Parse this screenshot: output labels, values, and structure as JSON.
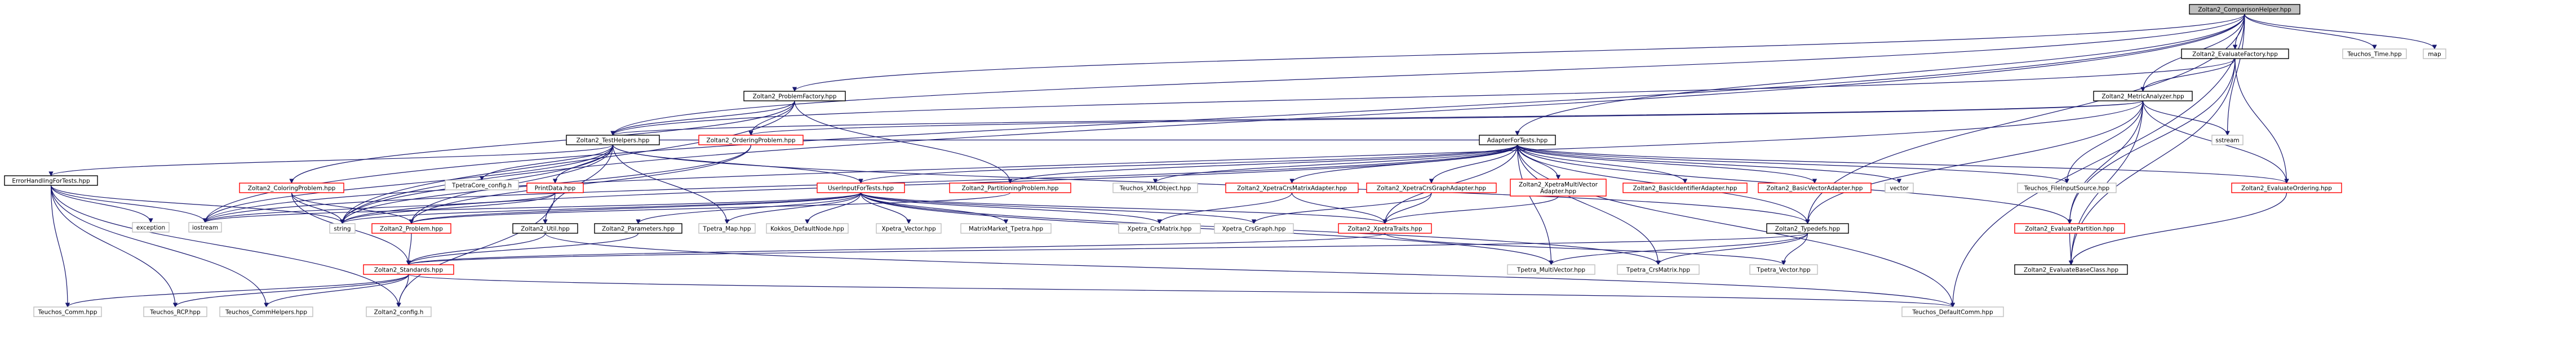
{
  "colors": {
    "root_fill": "#bfbfbf",
    "root_border": "#000000",
    "documented_border": "#000000",
    "undocumented_border": "#ff0000",
    "external_border": "#bfbfbf",
    "edge": "#191970",
    "node_fill": "#ffffff"
  },
  "nodes": [
    {
      "id": "root",
      "label": "Zoltan2_ComparisonHelper.hpp",
      "kind": "root"
    },
    {
      "id": "efact",
      "label": "Zoltan2_EvaluateFactory.hpp",
      "kind": "documented"
    },
    {
      "id": "ttime",
      "label": "Teuchos_Time.hpp",
      "kind": "external"
    },
    {
      "id": "map",
      "label": "map",
      "kind": "external"
    },
    {
      "id": "pfact",
      "label": "Zoltan2_ProblemFactory.hpp",
      "kind": "documented"
    },
    {
      "id": "manal",
      "label": "Zoltan2_MetricAnalyzer.hpp",
      "kind": "documented"
    },
    {
      "id": "thelp",
      "label": "Zoltan2_TestHelpers.hpp",
      "kind": "documented"
    },
    {
      "id": "oprob",
      "label": "Zoltan2_OrderingProblem.hpp",
      "kind": "undocumented"
    },
    {
      "id": "aft",
      "label": "AdapterForTests.hpp",
      "kind": "documented"
    },
    {
      "id": "sstream",
      "label": "sstream",
      "kind": "external"
    },
    {
      "id": "ehft",
      "label": "ErrorHandlingForTests.hpp",
      "kind": "documented"
    },
    {
      "id": "cprob",
      "label": "Zoltan2_ColoringProblem.hpp",
      "kind": "undocumented"
    },
    {
      "id": "tcore",
      "label": "TpetraCore_config.h",
      "kind": "external"
    },
    {
      "id": "pdata",
      "label": "PrintData.hpp",
      "kind": "undocumented"
    },
    {
      "id": "uift",
      "label": "UserInputForTests.hpp",
      "kind": "undocumented"
    },
    {
      "id": "pprob",
      "label": "Zoltan2_PartitioningProblem.hpp",
      "kind": "undocumented"
    },
    {
      "id": "txml",
      "label": "Teuchos_XMLObject.hpp",
      "kind": "external"
    },
    {
      "id": "xcrsma",
      "label": "Zoltan2_XpetraCrsMatrixAdapter.hpp",
      "kind": "undocumented"
    },
    {
      "id": "xcrsga",
      "label": "Zoltan2_XpetraCrsGraphAdapter.hpp",
      "kind": "undocumented"
    },
    {
      "id": "xmva",
      "label": [
        "Zoltan2_XpetraMultiVector",
        "Adapter.hpp"
      ],
      "kind": "undocumented"
    },
    {
      "id": "bida",
      "label": "Zoltan2_BasicIdentifierAdapter.hpp",
      "kind": "undocumented"
    },
    {
      "id": "bva",
      "label": "Zoltan2_BasicVectorAdapter.hpp",
      "kind": "undocumented"
    },
    {
      "id": "vector",
      "label": "vector",
      "kind": "external"
    },
    {
      "id": "tfis",
      "label": "Teuchos_FileInputSource.hpp",
      "kind": "external"
    },
    {
      "id": "eord",
      "label": "Zoltan2_EvaluateOrdering.hpp",
      "kind": "undocumented"
    },
    {
      "id": "exception",
      "label": "exception",
      "kind": "external"
    },
    {
      "id": "iostream",
      "label": "iostream",
      "kind": "external"
    },
    {
      "id": "string",
      "label": "string",
      "kind": "external"
    },
    {
      "id": "problem",
      "label": "Zoltan2_Problem.hpp",
      "kind": "undocumented"
    },
    {
      "id": "util",
      "label": "Zoltan2_Util.hpp",
      "kind": "documented"
    },
    {
      "id": "params",
      "label": "Zoltan2_Parameters.hpp",
      "kind": "documented"
    },
    {
      "id": "tmap",
      "label": "Tpetra_Map.hpp",
      "kind": "external"
    },
    {
      "id": "kdn",
      "label": "Kokkos_DefaultNode.hpp",
      "kind": "external"
    },
    {
      "id": "xvec",
      "label": "Xpetra_Vector.hpp",
      "kind": "external"
    },
    {
      "id": "mmt",
      "label": "MatrixMarket_Tpetra.hpp",
      "kind": "external"
    },
    {
      "id": "xcrsm",
      "label": "Xpetra_CrsMatrix.hpp",
      "kind": "external"
    },
    {
      "id": "xcrsg",
      "label": "Xpetra_CrsGraph.hpp",
      "kind": "external"
    },
    {
      "id": "xtraits",
      "label": "Zoltan2_XpetraTraits.hpp",
      "kind": "undocumented"
    },
    {
      "id": "typedefs",
      "label": "Zoltan2_Typedefs.hpp",
      "kind": "documented"
    },
    {
      "id": "epart",
      "label": "Zoltan2_EvaluatePartition.hpp",
      "kind": "undocumented"
    },
    {
      "id": "stds",
      "label": "Zoltan2_Standards.hpp",
      "kind": "undocumented"
    },
    {
      "id": "tmv",
      "label": "Tpetra_MultiVector.hpp",
      "kind": "external"
    },
    {
      "id": "tcrsm",
      "label": "Tpetra_CrsMatrix.hpp",
      "kind": "external"
    },
    {
      "id": "tvec",
      "label": "Tpetra_Vector.hpp",
      "kind": "external"
    },
    {
      "id": "ebase",
      "label": "Zoltan2_EvaluateBaseClass.hpp",
      "kind": "documented"
    },
    {
      "id": "tcomm",
      "label": "Teuchos_Comm.hpp",
      "kind": "external"
    },
    {
      "id": "trcp",
      "label": "Teuchos_RCP.hpp",
      "kind": "external"
    },
    {
      "id": "tcommh",
      "label": "Teuchos_CommHelpers.hpp",
      "kind": "external"
    },
    {
      "id": "zconfig",
      "label": "Zoltan2_config.h",
      "kind": "external"
    },
    {
      "id": "tdcomm",
      "label": "Teuchos_DefaultComm.hpp",
      "kind": "external"
    }
  ],
  "edges": [
    [
      "root",
      "efact"
    ],
    [
      "root",
      "ttime"
    ],
    [
      "root",
      "map"
    ],
    [
      "root",
      "pfact"
    ],
    [
      "root",
      "manal"
    ],
    [
      "root",
      "thelp"
    ],
    [
      "root",
      "aft"
    ],
    [
      "root",
      "sstream"
    ],
    [
      "root",
      "iostream"
    ],
    [
      "root",
      "string"
    ],
    [
      "root",
      "tdcomm"
    ],
    [
      "root",
      "typedefs"
    ],
    [
      "efact",
      "manal"
    ],
    [
      "efact",
      "eord"
    ],
    [
      "efact",
      "epart"
    ],
    [
      "efact",
      "thelp"
    ],
    [
      "efact",
      "ebase"
    ],
    [
      "pfact",
      "thelp"
    ],
    [
      "pfact",
      "oprob"
    ],
    [
      "pfact",
      "cprob"
    ],
    [
      "pfact",
      "pprob"
    ],
    [
      "pfact",
      "string"
    ],
    [
      "manal",
      "thelp"
    ],
    [
      "manal",
      "oprob"
    ],
    [
      "manal",
      "sstream"
    ],
    [
      "manal",
      "iostream"
    ],
    [
      "manal",
      "tfis"
    ],
    [
      "manal",
      "eord"
    ],
    [
      "manal",
      "epart"
    ],
    [
      "manal",
      "typedefs"
    ],
    [
      "manal",
      "ebase"
    ],
    [
      "thelp",
      "ehft"
    ],
    [
      "thelp",
      "pdata"
    ],
    [
      "thelp",
      "tcore"
    ],
    [
      "thelp",
      "util"
    ],
    [
      "thelp",
      "tmap"
    ],
    [
      "thelp",
      "iostream"
    ],
    [
      "thelp",
      "string"
    ],
    [
      "thelp",
      "problem"
    ],
    [
      "thelp",
      "uift"
    ],
    [
      "thelp",
      "typedefs"
    ],
    [
      "oprob",
      "problem"
    ],
    [
      "oprob",
      "string"
    ],
    [
      "aft",
      "uift"
    ],
    [
      "aft",
      "pprob"
    ],
    [
      "aft",
      "txml"
    ],
    [
      "aft",
      "xcrsma"
    ],
    [
      "aft",
      "xcrsga"
    ],
    [
      "aft",
      "xmva"
    ],
    [
      "aft",
      "bida"
    ],
    [
      "aft",
      "bva"
    ],
    [
      "aft",
      "vector"
    ],
    [
      "aft",
      "tfis"
    ],
    [
      "aft",
      "eord"
    ],
    [
      "aft",
      "thelp"
    ],
    [
      "aft",
      "string"
    ],
    [
      "aft",
      "iostream"
    ],
    [
      "aft",
      "typedefs"
    ],
    [
      "aft",
      "xtraits"
    ],
    [
      "aft",
      "tcrsm"
    ],
    [
      "aft",
      "tmv"
    ],
    [
      "aft",
      "epart"
    ],
    [
      "aft",
      "tdcomm"
    ],
    [
      "ehft",
      "exception"
    ],
    [
      "ehft",
      "iostream"
    ],
    [
      "ehft",
      "tcomm"
    ],
    [
      "ehft",
      "trcp"
    ],
    [
      "ehft",
      "tcommh"
    ],
    [
      "ehft",
      "string"
    ],
    [
      "ehft",
      "zconfig"
    ],
    [
      "cprob",
      "problem"
    ],
    [
      "cprob",
      "stds"
    ],
    [
      "cprob",
      "string"
    ],
    [
      "pdata",
      "iostream"
    ],
    [
      "pdata",
      "string"
    ],
    [
      "pdata",
      "zconfig"
    ],
    [
      "uift",
      "params"
    ],
    [
      "uift",
      "tmap"
    ],
    [
      "uift",
      "kdn"
    ],
    [
      "uift",
      "xvec"
    ],
    [
      "uift",
      "mmt"
    ],
    [
      "uift",
      "xcrsm"
    ],
    [
      "uift",
      "xcrsg"
    ],
    [
      "uift",
      "xtraits"
    ],
    [
      "uift",
      "tcrsm"
    ],
    [
      "uift",
      "tmv"
    ],
    [
      "uift",
      "string"
    ],
    [
      "uift",
      "iostream"
    ],
    [
      "uift",
      "problem"
    ],
    [
      "pprob",
      "problem"
    ],
    [
      "xcrsma",
      "xcrsm"
    ],
    [
      "xcrsma",
      "xtraits"
    ],
    [
      "xcrsga",
      "xcrsg"
    ],
    [
      "xcrsga",
      "xtraits"
    ],
    [
      "xmva",
      "xtraits"
    ],
    [
      "problem",
      "stds"
    ],
    [
      "util",
      "stds"
    ],
    [
      "util",
      "tdcomm"
    ],
    [
      "params",
      "stds"
    ],
    [
      "xtraits",
      "stds"
    ],
    [
      "xtraits",
      "tvec"
    ],
    [
      "typedefs",
      "tmv"
    ],
    [
      "typedefs",
      "tcrsm"
    ],
    [
      "typedefs",
      "tvec"
    ],
    [
      "typedefs",
      "stds"
    ],
    [
      "epart",
      "ebase"
    ],
    [
      "eord",
      "ebase"
    ],
    [
      "stds",
      "tcomm"
    ],
    [
      "stds",
      "trcp"
    ],
    [
      "stds",
      "tcommh"
    ],
    [
      "stds",
      "zconfig"
    ],
    [
      "stds",
      "tdcomm"
    ]
  ]
}
